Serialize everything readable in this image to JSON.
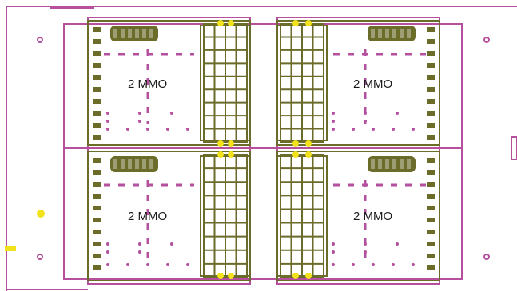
{
  "panels": [
    {
      "id": "tl",
      "label": "2 MMO"
    },
    {
      "id": "tr",
      "label": "2 MMO"
    },
    {
      "id": "bl",
      "label": "2 MMO"
    },
    {
      "id": "br",
      "label": "2 MMO"
    }
  ],
  "colors": {
    "outline": "#b5509e",
    "component": "#6b6b2a",
    "marker": "#f2e21c",
    "background": "#ffffff"
  }
}
